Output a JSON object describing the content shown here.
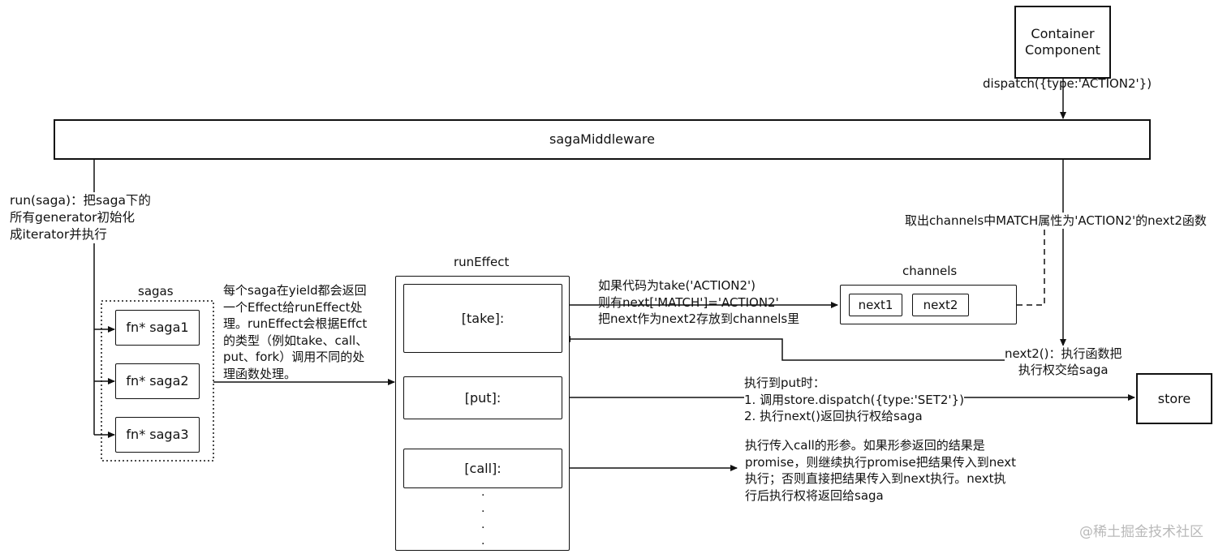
{
  "container_component": "Container\nComponent",
  "dispatch_label": "dispatch({type:'ACTION2'})",
  "saga_middleware": "sagaMiddleware",
  "run_saga_text": "run(saga)：把saga下的\n所有generator初始化\n成iterator并执行",
  "sagas_label": "sagas",
  "saga1": "fn* saga1",
  "saga2": "fn* saga2",
  "saga3": "fn* saga3",
  "saga_desc": "每个saga在yield都会返回\n一个Effect给runEffect处\n理。runEffect会根据Effct\n的类型（例如take、call、\nput、fork）调用不同的处\n理函数处理。",
  "run_effect_label": "runEffect",
  "take_label": "[take]:",
  "put_label": "[put]:",
  "call_label": "[call]:",
  "ellipsis_dot": ".",
  "take_desc": "如果代码为take('ACTION2')\n则有next['MATCH']='ACTION2'\n把next作为next2存放到channels里",
  "channels_label": "channels",
  "next1": "next1",
  "next2": "next2",
  "channels_match_text": "取出channels中MATCH属性为'ACTION2'的next2函数",
  "next2_call_text": "next2()：执行函数把\n执行权交给saga",
  "put_desc": "执行到put时：\n1. 调用store.dispatch({type:'SET2'})\n2. 执行next()返回执行权给saga",
  "store_label": "store",
  "call_desc": "执行传入call的形参。如果形参返回的结果是\npromise，则继续执行promise把结果传入到next\n执行；否则直接把结果传入到next执行。next执\n行后执行权将返回给saga",
  "watermark": "@稀土掘金技术社区"
}
